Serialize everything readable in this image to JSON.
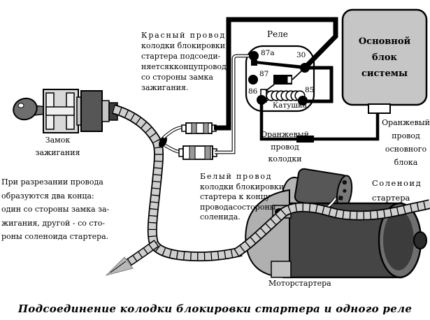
{
  "diagram": {
    "caption": "Подсоединение  колодки блокировки стартера и одного реле",
    "relay": {
      "title": "Реле",
      "coil": "Катушка",
      "pins": {
        "p87a": "87a",
        "p30": "30",
        "p87": "87",
        "p86": "86",
        "p85": "85"
      }
    },
    "labels": {
      "ignition_lock": [
        "Замок",
        "зажигания"
      ],
      "main_block": [
        "Основной",
        "блок",
        "системы"
      ],
      "orange_wire_connector": [
        "Оранжевый",
        "провод",
        "колодки"
      ],
      "orange_wire_main": [
        "Оранжевый",
        "провод",
        "основного",
        "блока"
      ],
      "solenoid": [
        "Соленоид",
        "стартера"
      ],
      "starter_motor": "Моторстартера"
    },
    "notes": {
      "red_wire": [
        "Красный провод",
        "колодки блокировки",
        "стартера подсоеди-",
        "няетсякконцупровода",
        "со стороны замка",
        "зажигания."
      ],
      "white_wire": [
        "Белый провод",
        "колодки блокировки",
        "стартера к концу",
        "проводасостороны",
        "соленида."
      ],
      "cut_wire": [
        "При разрезании провода",
        "образуются два конца:",
        "один со стороны замка за-",
        "жигания, другой - со сто-",
        "роны соленоида стартера."
      ]
    },
    "colors": {
      "wire": "#000000",
      "main_block_fill": "#c6c6c6",
      "harness_fill": "#cfcfcf",
      "motor_body": "#454545",
      "metal_light": "#d8d8d8",
      "metal_dark": "#565656"
    }
  }
}
